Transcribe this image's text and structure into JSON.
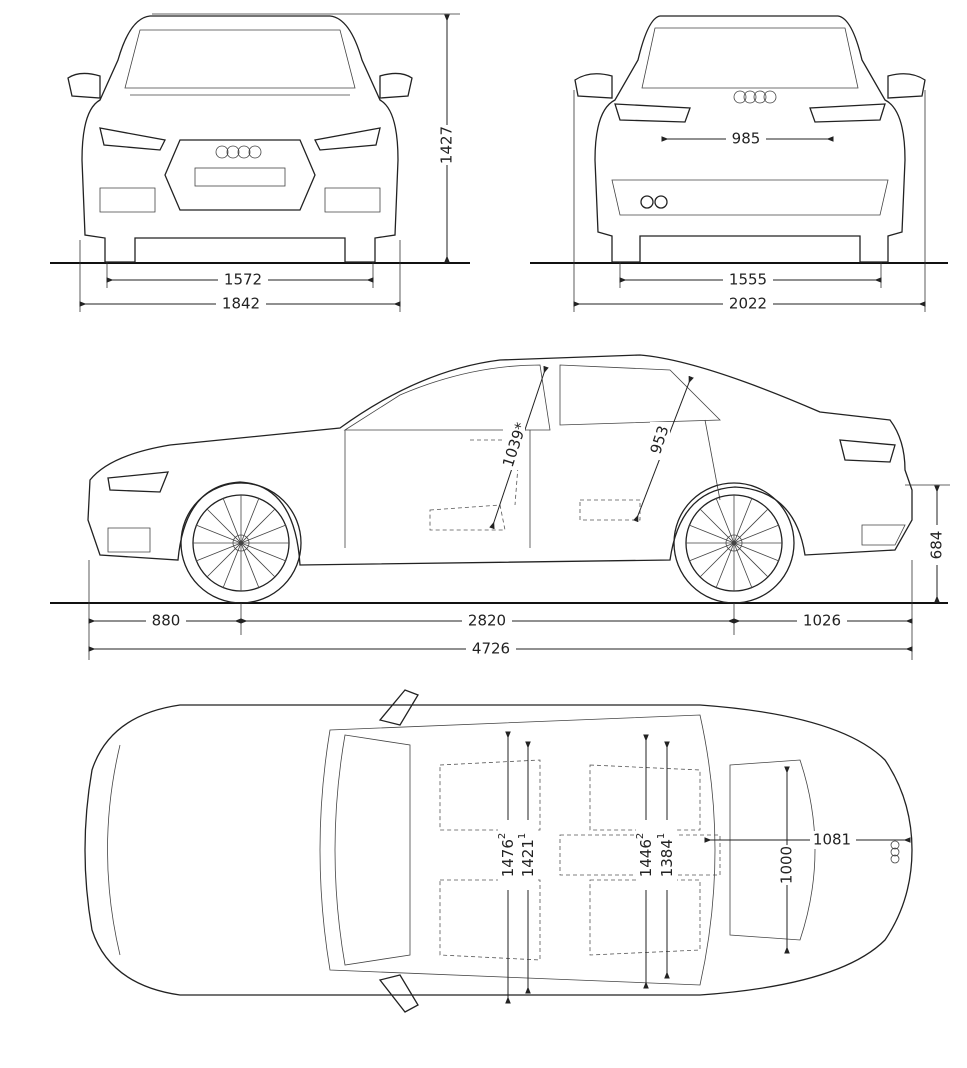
{
  "front_view": {
    "height": "1427",
    "track_front": "1572",
    "width": "1842"
  },
  "rear_view": {
    "light_distance": "985",
    "track_rear": "1555",
    "width_mirrors": "2022"
  },
  "side_view": {
    "front_headroom": "1039*",
    "rear_headroom": "953",
    "rear_sill_height": "684",
    "front_overhang": "880",
    "wheelbase": "2820",
    "rear_overhang": "1026",
    "length": "4726"
  },
  "top_view": {
    "front_shoulder": "1476",
    "front_shoulder_note": "2",
    "front_elbow": "1421",
    "front_elbow_note": "1",
    "rear_shoulder": "1446",
    "rear_shoulder_note": "2",
    "rear_elbow": "1384",
    "rear_elbow_note": "1",
    "trunk_width": "1000",
    "trunk_length": "1081"
  }
}
